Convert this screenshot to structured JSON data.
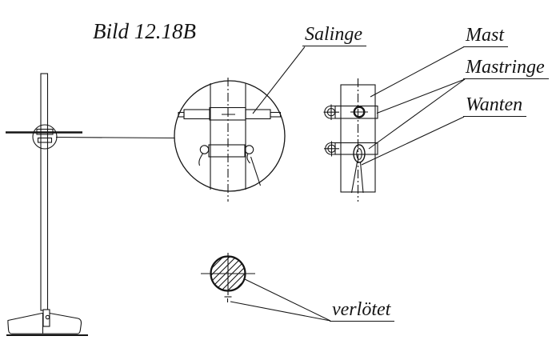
{
  "title": "Bild 12.18B",
  "callouts": {
    "salinge": "Salinge",
    "mast": "Mast",
    "mastringe": "Mastringe",
    "wanten": "Wanten",
    "verloetet": "verlötet"
  },
  "colors": {
    "line": "#151515",
    "background": "#ffffff"
  }
}
